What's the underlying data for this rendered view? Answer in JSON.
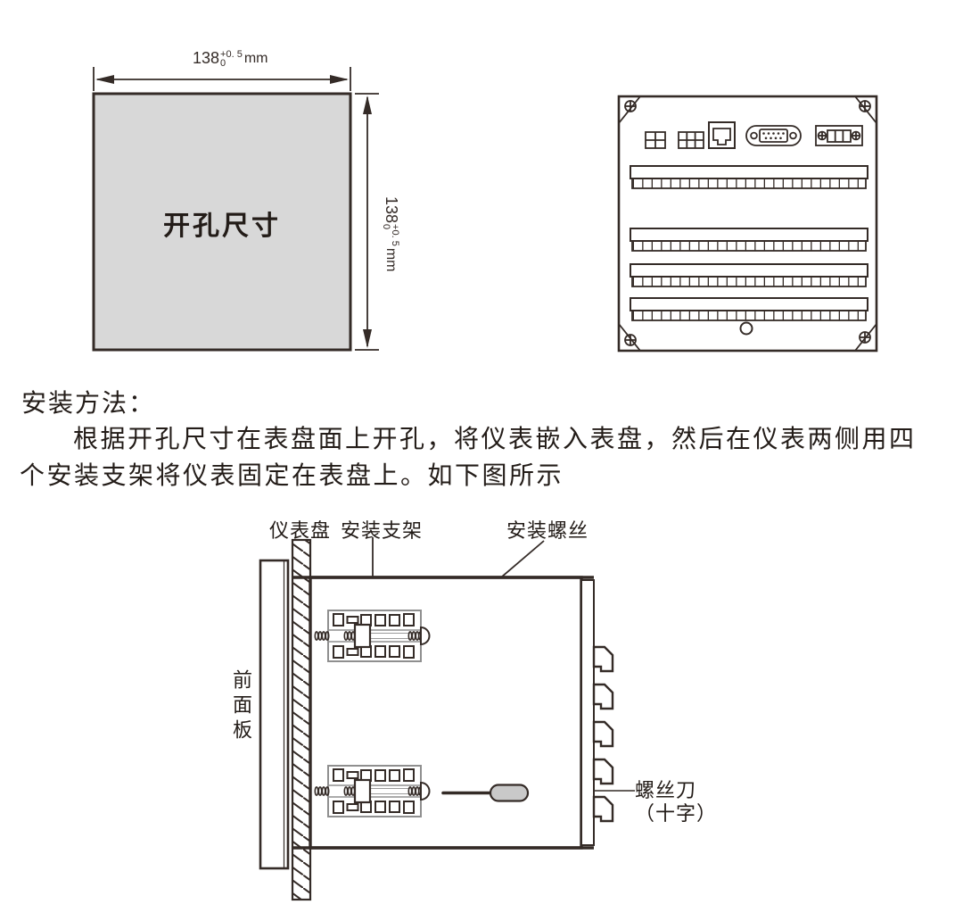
{
  "colors": {
    "ink": "#342b27",
    "cutout_fill": "#d8d8d8",
    "handle_fill": "#c9c9c9"
  },
  "cutout_diagram": {
    "label": "开孔尺寸",
    "dim": {
      "value": "138",
      "tol_plus": "+0. 5",
      "tol_minus": "0",
      "unit": "mm"
    }
  },
  "instructions": {
    "heading": "安装方法：",
    "line1": "根据开孔尺寸在表盘面上开孔，将仪表嵌入表盘，然后在仪表两侧用四",
    "line2": "个安装支架将仪表固定在表盘上。如下图所示"
  },
  "install_diagram": {
    "labels": {
      "panel": "仪表盘",
      "bracket": "安装支架",
      "screw": "安装螺丝",
      "front_panel": "前面板",
      "screwdriver": "螺丝刀",
      "screwdriver_type": "（十字）"
    }
  }
}
